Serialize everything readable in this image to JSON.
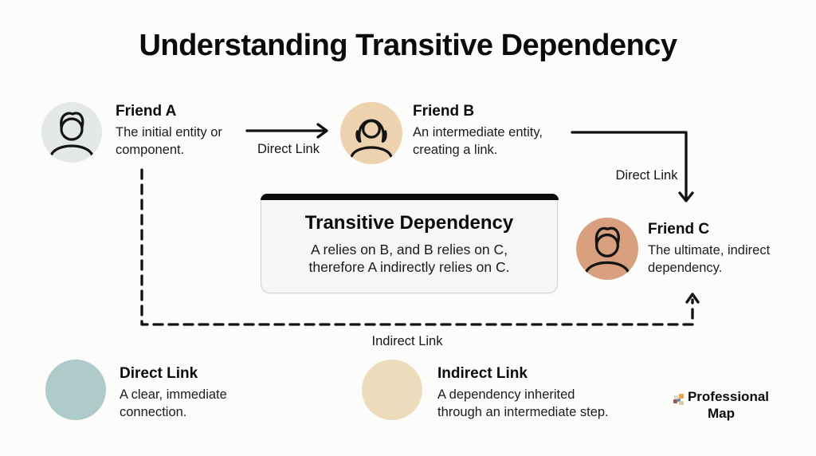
{
  "title": "Understanding Transitive Dependency",
  "nodes": {
    "friend_a": {
      "name": "Friend A",
      "desc": "The initial entity or\ncomponent."
    },
    "friend_b": {
      "name": "Friend B",
      "desc": "An intermediate entity,\ncreating a link."
    },
    "friend_c": {
      "name": "Friend C",
      "desc": "The ultimate, indirect\ndependency."
    }
  },
  "connectors": {
    "a_to_b": "Direct Link",
    "b_to_c": "Direct Link",
    "a_to_c": "Indirect Link"
  },
  "center_box": {
    "title": "Transitive Dependency",
    "body": "A relies on B, and B relies on C,\ntherefore A indirectly relies on C."
  },
  "legend": {
    "direct": {
      "label": "Direct Link",
      "desc": "A clear, immediate\nconnection."
    },
    "indirect": {
      "label": "Indirect Link",
      "desc": "A dependency inherited\nthrough an intermediate step."
    }
  },
  "branding": {
    "line1": "Professional",
    "line2": "Map"
  },
  "icons": {
    "friend_a": "male-person-icon",
    "friend_b": "female-person-icon",
    "friend_c": "male-person-icon",
    "legend_direct": "solid-arrow-icon",
    "legend_indirect": "dashed-arrow-icon"
  },
  "colors": {
    "friend_a_circle": "#e4e8e9",
    "friend_b_circle": "#ecd2ae",
    "friend_c_circle": "#d9a080",
    "legend_direct_circle": "#aecac9",
    "legend_indirect_circle": "#ecdcbc",
    "box_bg": "#f6f6f4",
    "box_top_bar": "#0c0c0c",
    "line": "#111111",
    "background": "#fcfcfa"
  }
}
